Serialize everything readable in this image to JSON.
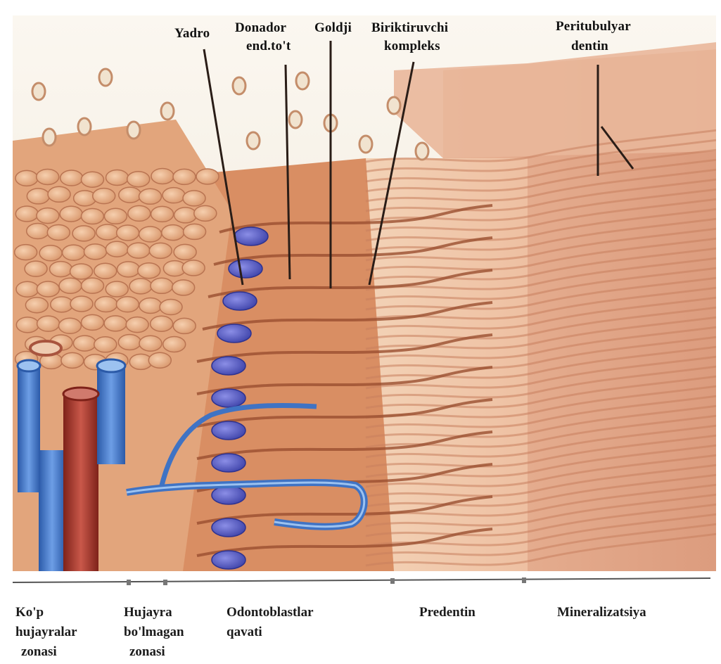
{
  "labels": {
    "yadro": "Yadro",
    "donador_l1": "Donador",
    "donador_l2": "end.to't",
    "goldji": "Goldji",
    "biriktiruvchi_l1": "Biriktiruvchi",
    "biriktiruvchi_l2": "kompleks",
    "peritubulyar_l1": "Peritubulyar",
    "peritubulyar_l2": "dentin"
  },
  "zones": {
    "kop_l1": "Ko'p",
    "kop_l2": "hujayralar",
    "kop_l3": "zonasi",
    "hujayre_l1": "Hujayra",
    "hujayre_l2": "bo'lmagan",
    "hujayre_l3": "zonasi",
    "odontoblast_l1": "Odontoblastlar",
    "odontoblast_l2": "qavati",
    "predentin": "Predentin",
    "mineralizatsiya": "Mineralizatsiya"
  },
  "colors": {
    "dentin": "#e2a789",
    "predentin": "#efc6aa",
    "pulp_cells": "#e6aa82",
    "cell_body": "#c9764d",
    "nucleus": "#4a4fb8",
    "vessel_blue": "#3f73c4",
    "vessel_red": "#a8382c",
    "background": "#f4efe6"
  },
  "icons": [
    "leader-line-icon",
    "nucleus-icon",
    "blood-vessel-icon"
  ]
}
